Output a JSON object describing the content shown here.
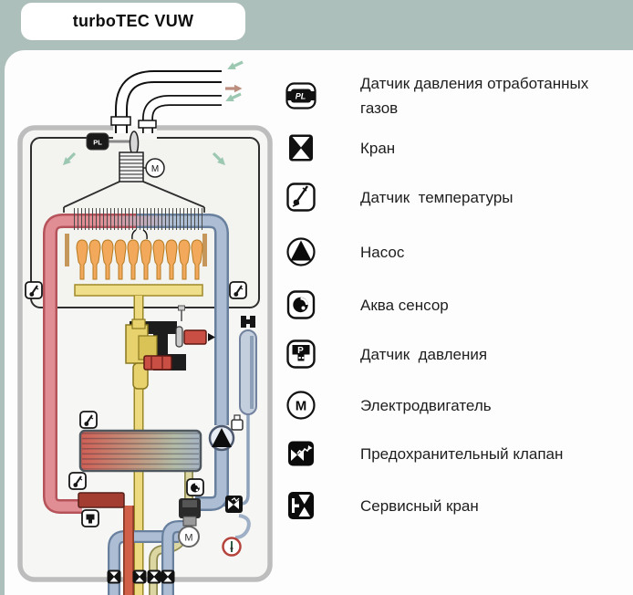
{
  "title": "turboTEC VUW",
  "legend": {
    "items": [
      {
        "name": "exhaust-gas-pressure-sensor",
        "icon_text": "PL",
        "label": "Датчик давления отработанных газов"
      },
      {
        "name": "valve",
        "label": "Кран"
      },
      {
        "name": "temperature-sensor",
        "label": "Датчик  температуры"
      },
      {
        "name": "pump",
        "label": "Насос"
      },
      {
        "name": "aqua-sensor",
        "label": "Аква сенсор"
      },
      {
        "name": "pressure-sensor",
        "icon_text": "P",
        "label": "Датчик  давления"
      },
      {
        "name": "electric-motor",
        "icon_text": "M",
        "label": "Электродвигатель"
      },
      {
        "name": "safety-valve",
        "label": "Предохранительный клапан"
      },
      {
        "name": "service-valve",
        "label": "Сервисный кран"
      }
    ]
  },
  "diagram": {
    "fan_motor_label": "M",
    "diverter_motor_label": "M",
    "exhaust_sensor_label": "PL"
  },
  "colors": {
    "background_teal": "#adbfba",
    "card_white": "#fdfdfd",
    "heating_flow_red": "#e08d93",
    "return_blue": "#adbdd3",
    "gas_yellow": "#ecd980",
    "burner_orange": "#f2a95c",
    "dhw_red": "#d06048",
    "condensate_beige": "#dcd6a2",
    "arrow_green": "#9cc8b2",
    "exhaust_arrow_brown": "#bb8e7e",
    "case_gray": "#bdbdbd"
  }
}
